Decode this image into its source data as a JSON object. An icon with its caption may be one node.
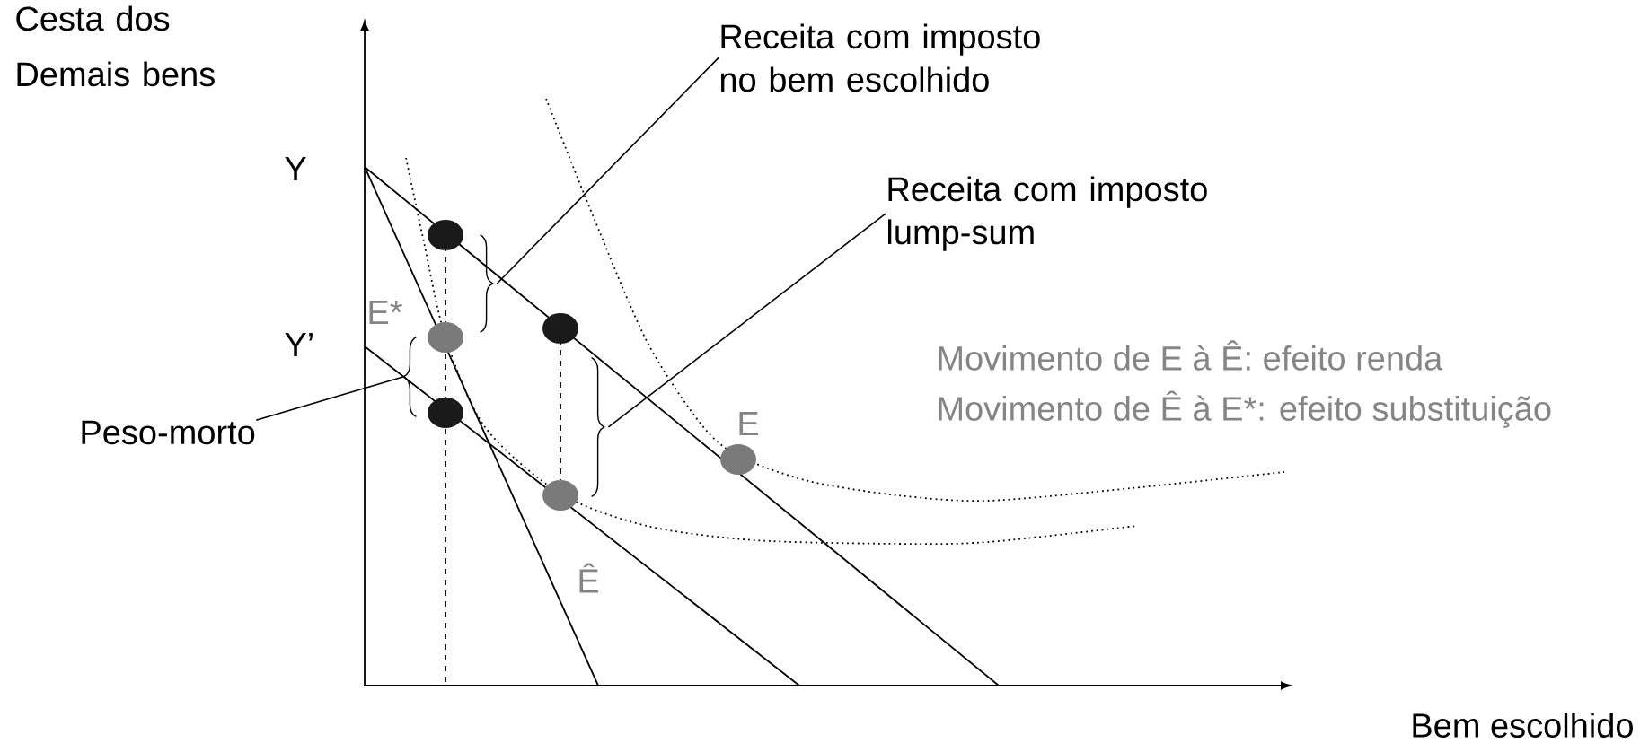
{
  "diagram": {
    "nodes": [
      {
        "text": [
          "Receita com imposto no bem escolhido"
        ]
      },
      {
        "text": [],
        "shape": "brace"
      },
      {
        "text": [
          "Receita com imposto lump-sum"
        ]
      },
      {
        "text": [],
        "shape": "brace"
      },
      {
        "text": [
          "Peso-morto"
        ]
      },
      {
        "text": [],
        "shape": "brace"
      }
    ],
    "edges": [
      {
        "from": 0,
        "to": 1,
        "arrow": "none"
      },
      {
        "from": 2,
        "to": 3,
        "arrow": "none"
      },
      {
        "from": 4,
        "to": 5,
        "arrow": "none"
      }
    ],
    "labels": [
      "Cesta dos Demais bens",
      "Y",
      "Y’",
      "E*",
      "Movimento de E à Ê: efeito renda",
      "Movimento de Ê à E*: efeito substituição",
      "E",
      "Ê",
      "Bem escolhido"
    ]
  }
}
